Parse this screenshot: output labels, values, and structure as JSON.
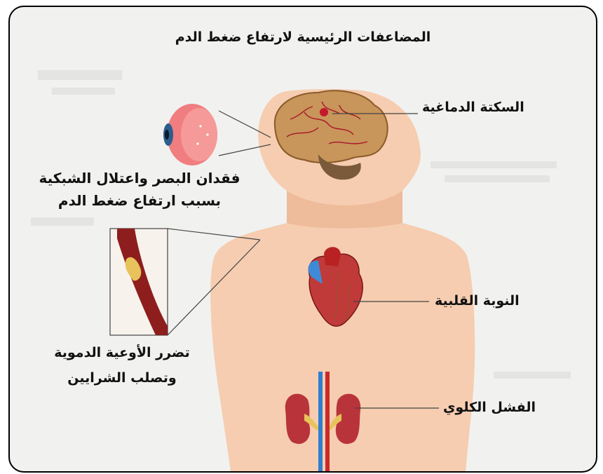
{
  "title": "المضاعفات الرئيسية لارتفاع ضغط الدم",
  "labels": {
    "stroke": "السكتة الدماغية",
    "vision_line1": "فقدان البصر واعتلال الشبكية",
    "vision_line2": "بسبب ارتفاع ضغط الدم",
    "heart": "النوبة القلبية",
    "vessels_line1": "تضرر الأوعية الدموية",
    "vessels_line2": "وتصلب الشرايين",
    "kidney": "الفشل الكلوي"
  },
  "colors": {
    "skin": "#f6cdb0",
    "brain": "#c8955a",
    "artery": "#8e1e1e",
    "kidney": "#b8343a",
    "vein": "#2f7fd0",
    "plaque": "#e8c25a"
  }
}
